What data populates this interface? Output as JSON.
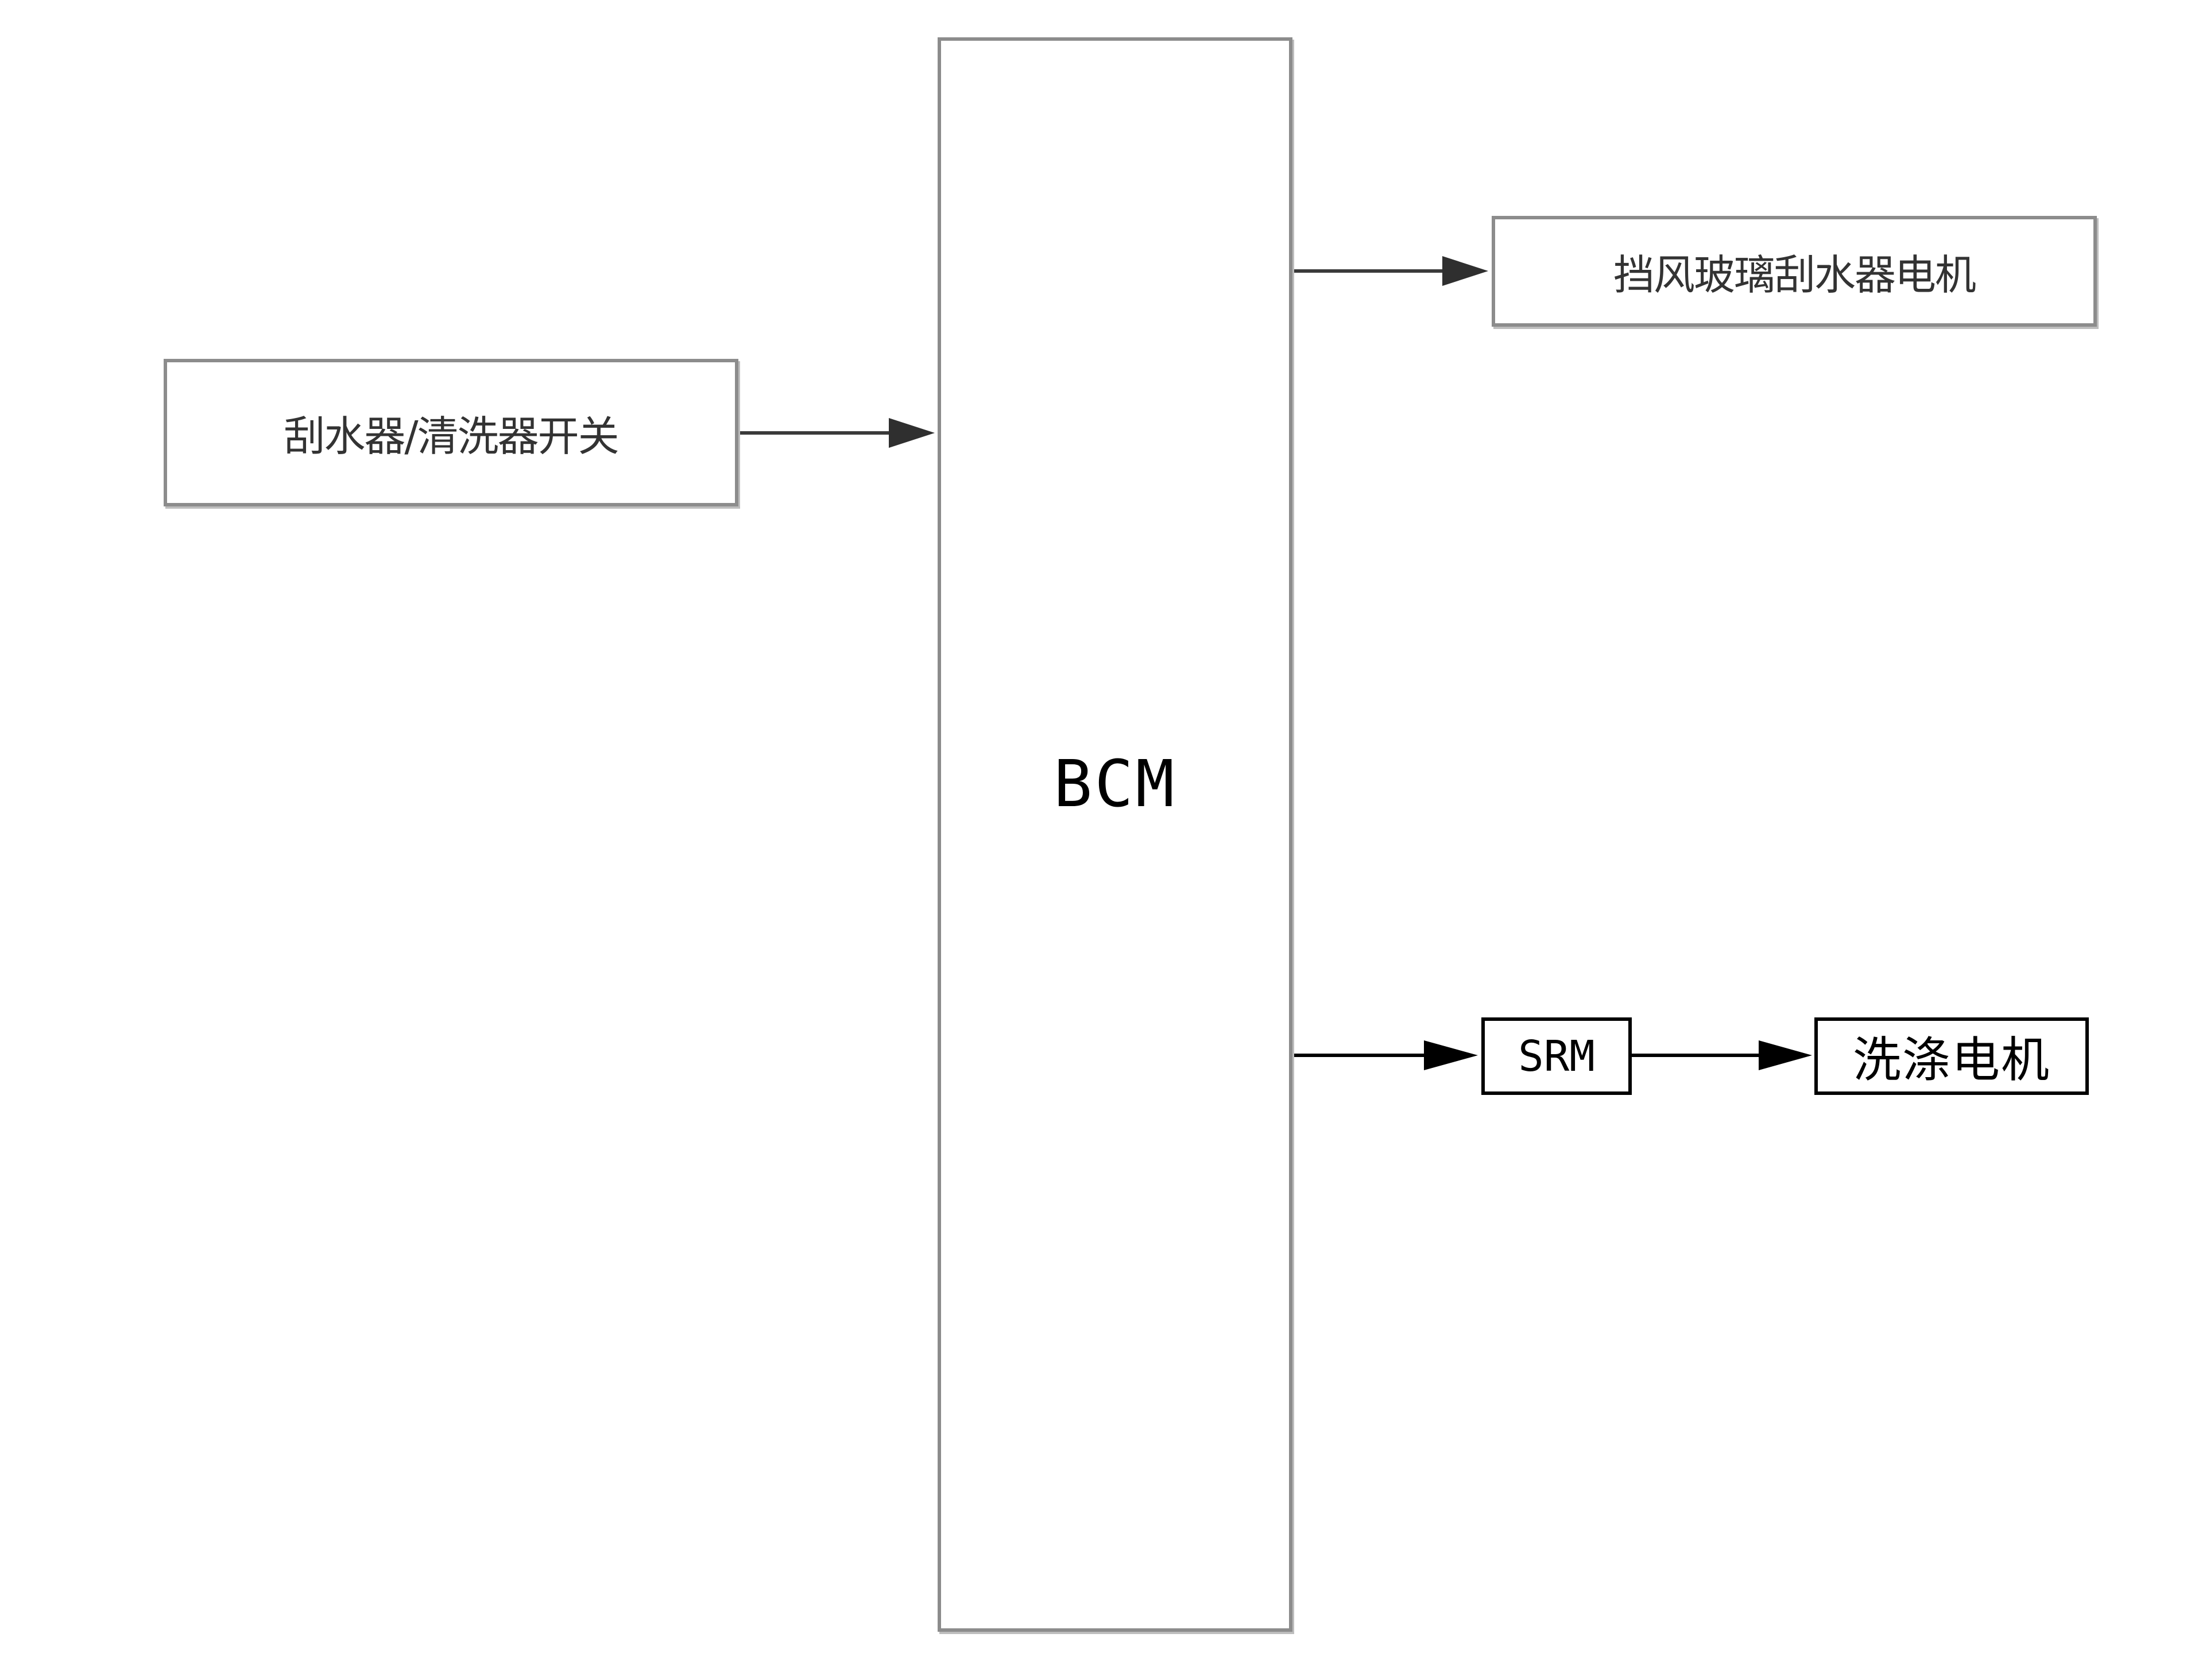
{
  "diagram": {
    "nodes": {
      "wiper_washer_switch": {
        "label": "刮水器/清洗器开关"
      },
      "bcm": {
        "label": "BCM"
      },
      "windshield_wiper_motor": {
        "label": "挡风玻璃刮水器电机"
      },
      "srm": {
        "label": "SRM"
      },
      "washer_motor": {
        "label": "洗涤电机"
      }
    },
    "edges": [
      {
        "from": "wiper_washer_switch",
        "to": "bcm"
      },
      {
        "from": "bcm",
        "to": "windshield_wiper_motor"
      },
      {
        "from": "bcm",
        "to": "srm"
      },
      {
        "from": "srm",
        "to": "washer_motor"
      }
    ],
    "colors": {
      "gray_line": "#3a3a3a",
      "black_line": "#000000",
      "gray_border": "#8c8c8c"
    }
  }
}
